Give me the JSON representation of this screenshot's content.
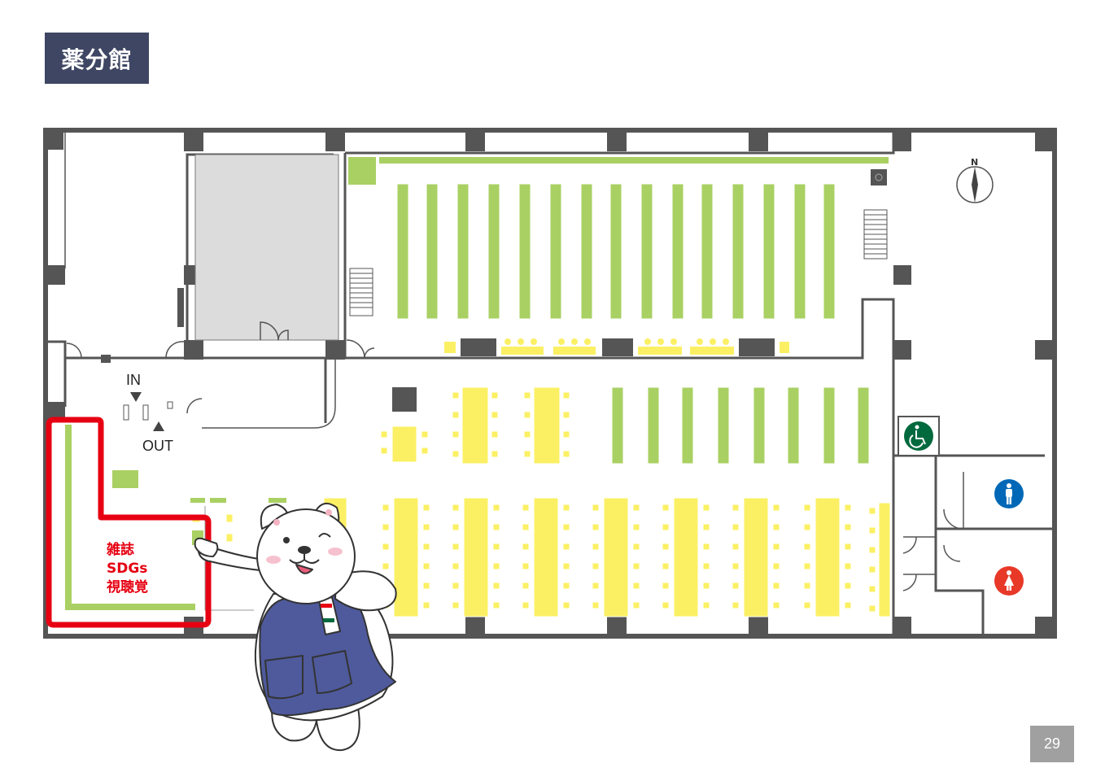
{
  "title": "薬分館",
  "page_number": "29",
  "entrance": {
    "in_label": "IN",
    "out_label": "OUT"
  },
  "compass_label": "N",
  "highlight": {
    "lines": [
      "雑誌",
      "SDGs",
      "視聴覚"
    ],
    "color": "#e60012"
  },
  "icons": {
    "wheelchair": "accessible-toilet-icon",
    "male": "men-restroom-icon",
    "female": "women-restroom-icon"
  },
  "colors": {
    "shelf_green": "#a9d063",
    "desk_yellow": "#fbf064",
    "wall_gray": "#555555",
    "title_navy": "#3e4663",
    "accessible_green": "#00693e",
    "male_blue": "#0068b7",
    "female_red": "#e83828"
  }
}
